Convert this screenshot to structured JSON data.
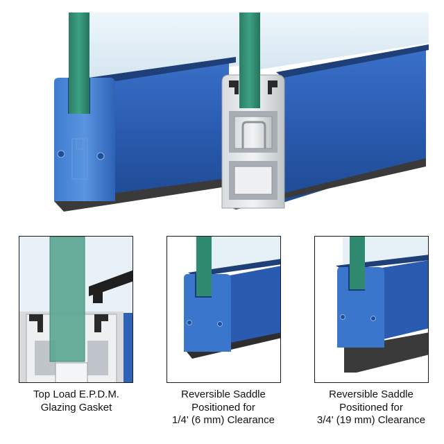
{
  "colors": {
    "channel_blue": "#2a5bb0",
    "channel_blue_light": "#4a86d8",
    "glass_green": "#2f8a6f",
    "glass_sky": "#e4f0f8",
    "aluminum": "#c8ccd0",
    "gasket": "#2a2a2a"
  },
  "captions": [
    {
      "line1": "Top Load E.P.D.M.",
      "line2": "Glazing Gasket",
      "line3": ""
    },
    {
      "line1": "Reversible Saddle",
      "line2": "Positioned for",
      "line3": "1/4' (6 mm) Clearance"
    },
    {
      "line1": "Reversible Saddle",
      "line2": "Positioned for",
      "line3": "3/4' (19 mm) Clearance"
    }
  ]
}
